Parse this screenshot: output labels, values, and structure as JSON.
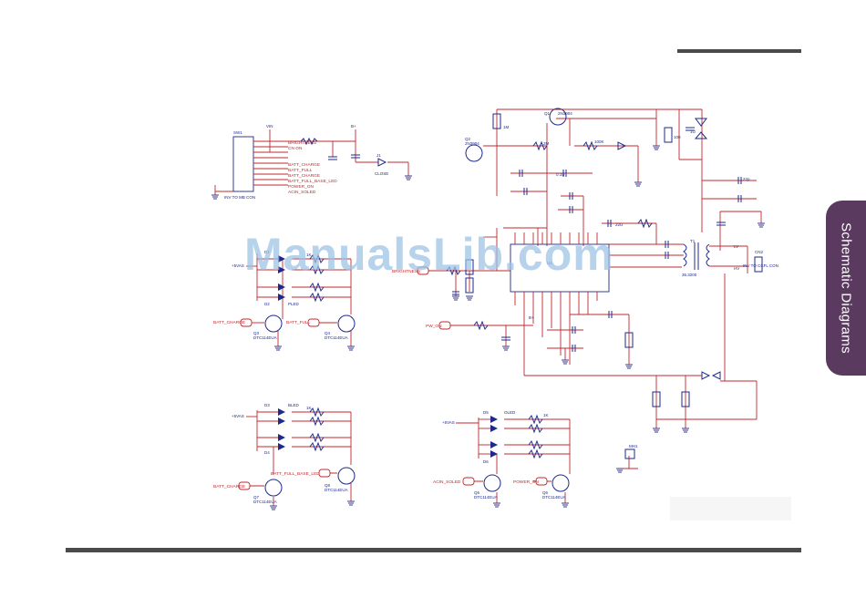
{
  "side_tab": {
    "label": "Schematic Diagrams"
  },
  "watermark": "ManualsLib.com",
  "colors": {
    "wire": "#c0282d",
    "component": "#1d2a8c",
    "label": "#c0282d",
    "ground": "#3a3a8c",
    "rule": "#4a4a4a",
    "tab": "#5a3a5e"
  },
  "connector_in": {
    "ref": "SW1",
    "caption": "INV TO MB CON"
  },
  "connector_out": {
    "ref": "CN2",
    "caption": "INV TO CCFL CON"
  },
  "j1": {
    "ref": "J1",
    "caption": "CLOSE"
  },
  "net_names": [
    "BRIGHTNESS",
    "CN ON",
    "BATT_CHARGE",
    "BATT_FULL",
    "BATT_CHARGE",
    "BATT_FULL_BASE_LED",
    "POWER_ON",
    "ACIN_SOLED"
  ],
  "ports": {
    "batt_charge_a": "BATT_CHARGE",
    "batt_full": "BATT_FULL",
    "batt_charge_b": "BATT_CHARGE",
    "batt_full_base": "BATT_FULL_BASE_LED",
    "acin_soled": "ACIN_SOLED",
    "power_on": "POWER_ON",
    "brightness": "BRIGHTNESS",
    "pw_on": "PW_ON"
  },
  "transistors": {
    "q1": "Q1",
    "q1_part": "2N3904",
    "q2": "Q2",
    "q2_part": "2N3904",
    "q3": "Q3",
    "q3_part": "DTC114EUA",
    "q4": "Q4",
    "q4_part": "DTC114EUA",
    "q5": "Q5",
    "q5_part": "DTC114EUA",
    "q6": "Q6",
    "q6_part": "DTC114EUA",
    "q7": "Q7",
    "q7_part": "DTC114EUA",
    "q8": "Q8",
    "q8_part": "DTC114EUA"
  },
  "led_groups": {
    "d1": "D1",
    "d2": "D2",
    "d3": "D3",
    "d4": "D4",
    "d5": "D5",
    "d6": "D6",
    "bled": "BLED",
    "pled": "PLED",
    "oled": "OLED"
  },
  "resistor_vals": {
    "r1k": "1K",
    "r2m": "2M",
    "r1m": "1M",
    "r100k": "100K",
    "r100": "100"
  },
  "cap_vals": {
    "c1u": "1U",
    "c01u": "0.1U",
    "c22u": "22U",
    "c22p": "22p"
  },
  "transformer": {
    "ref": "T1",
    "caption": "36.3200"
  },
  "ic": {
    "ref": "U1"
  },
  "voltage_labels": {
    "v5": "+5VAS",
    "vin": "VIN",
    "b1": "B+",
    "b2": "B+",
    "lv": "LV",
    "hv": "HV"
  },
  "mh": {
    "ref": "MH1"
  }
}
